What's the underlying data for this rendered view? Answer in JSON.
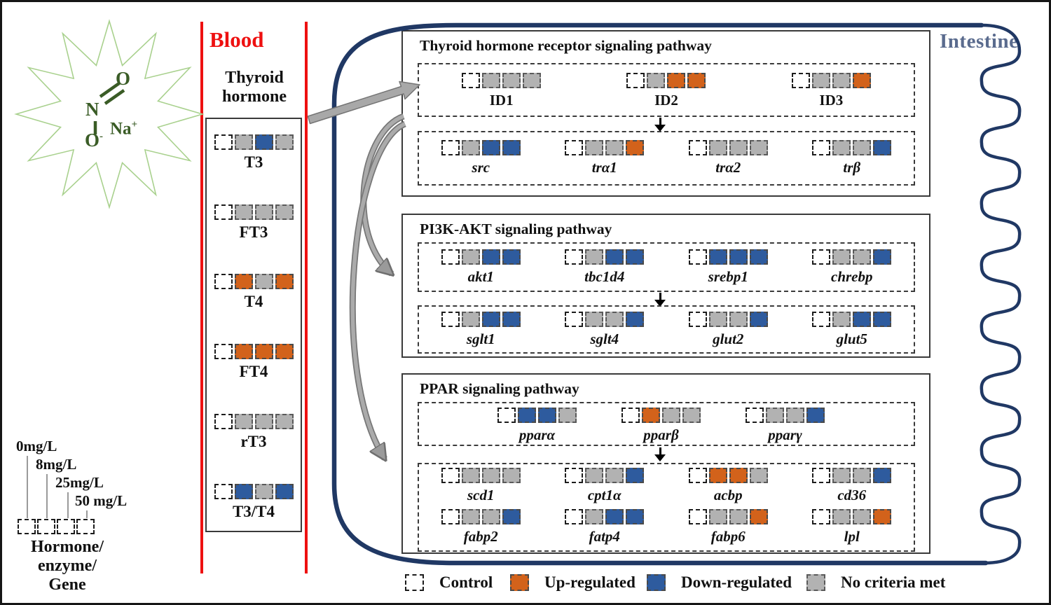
{
  "colors": {
    "up": "#d2621b",
    "down": "#2e5b9e",
    "none": "#b2b2b2",
    "control": "#ffffff",
    "membrane": "#203864",
    "intestine_text": "#5a6b8e",
    "blood_red": "#ee1010",
    "chem_text_green": "#3a5c26",
    "star_green": "#a9d18e"
  },
  "chemical": {
    "o_top": "O",
    "n": "N",
    "o_bottom": "O",
    "o_bottom_charge": "-",
    "na": "Na",
    "na_charge": "+"
  },
  "blood": {
    "title": "Blood",
    "subtitle": [
      "Thyroid",
      "hormone"
    ],
    "hormones": [
      {
        "label": "T3",
        "italic": false,
        "boxes": [
          "control",
          "none",
          "down",
          "none"
        ]
      },
      {
        "label": "FT3",
        "italic": false,
        "boxes": [
          "control",
          "none",
          "none",
          "none"
        ]
      },
      {
        "label": "T4",
        "italic": false,
        "boxes": [
          "control",
          "up",
          "none",
          "up"
        ]
      },
      {
        "label": "FT4",
        "italic": false,
        "boxes": [
          "control",
          "up",
          "up",
          "up"
        ]
      },
      {
        "label": "rT3",
        "italic": false,
        "boxes": [
          "control",
          "none",
          "none",
          "none"
        ]
      },
      {
        "label": "T3/T4",
        "italic": false,
        "boxes": [
          "control",
          "down",
          "none",
          "down"
        ]
      }
    ]
  },
  "intestine": {
    "label": "Intestine",
    "pathways": [
      {
        "title": "Thyroid hormone receptor signaling pathway",
        "upstream": [
          {
            "label": "ID1",
            "italic": false,
            "boxes": [
              "control",
              "none",
              "none",
              "none"
            ]
          },
          {
            "label": "ID2",
            "italic": false,
            "boxes": [
              "control",
              "none",
              "up",
              "up"
            ]
          },
          {
            "label": "ID3",
            "italic": false,
            "boxes": [
              "control",
              "none",
              "none",
              "up"
            ]
          }
        ],
        "downstream": [
          {
            "label": "src",
            "italic": true,
            "boxes": [
              "control",
              "none",
              "down",
              "down"
            ]
          },
          {
            "label": "trα1",
            "italic": true,
            "boxes": [
              "control",
              "none",
              "none",
              "up"
            ]
          },
          {
            "label": "trα2",
            "italic": true,
            "boxes": [
              "control",
              "none",
              "none",
              "none"
            ]
          },
          {
            "label": "trβ",
            "italic": true,
            "boxes": [
              "control",
              "none",
              "none",
              "down"
            ]
          }
        ]
      },
      {
        "title": "PI3K-AKT signaling pathway",
        "upstream": [
          {
            "label": "akt1",
            "italic": true,
            "boxes": [
              "control",
              "none",
              "down",
              "down"
            ]
          },
          {
            "label": "tbc1d4",
            "italic": true,
            "boxes": [
              "control",
              "none",
              "down",
              "down"
            ]
          },
          {
            "label": "srebp1",
            "italic": true,
            "boxes": [
              "control",
              "down",
              "down",
              "down"
            ]
          },
          {
            "label": "chrebp",
            "italic": true,
            "boxes": [
              "control",
              "none",
              "none",
              "down"
            ]
          }
        ],
        "downstream": [
          {
            "label": "sglt1",
            "italic": true,
            "boxes": [
              "control",
              "none",
              "down",
              "down"
            ]
          },
          {
            "label": "sglt4",
            "italic": true,
            "boxes": [
              "control",
              "none",
              "none",
              "down"
            ]
          },
          {
            "label": "glut2",
            "italic": true,
            "boxes": [
              "control",
              "none",
              "none",
              "down"
            ]
          },
          {
            "label": "glut5",
            "italic": true,
            "boxes": [
              "control",
              "none",
              "down",
              "down"
            ]
          }
        ]
      },
      {
        "title": "PPAR signaling pathway",
        "upstream": [
          {
            "label": "pparα",
            "italic": true,
            "boxes": [
              "control",
              "down",
              "down",
              "none"
            ]
          },
          {
            "label": "pparβ",
            "italic": true,
            "boxes": [
              "control",
              "up",
              "none",
              "none"
            ]
          },
          {
            "label": "pparγ",
            "italic": true,
            "boxes": [
              "control",
              "none",
              "none",
              "down"
            ]
          }
        ],
        "downstream": [
          {
            "label": "scd1",
            "italic": true,
            "boxes": [
              "control",
              "none",
              "none",
              "none"
            ]
          },
          {
            "label": "cpt1α",
            "italic": true,
            "boxes": [
              "control",
              "none",
              "none",
              "down"
            ]
          },
          {
            "label": "acbp",
            "italic": true,
            "boxes": [
              "control",
              "up",
              "up",
              "none"
            ]
          },
          {
            "label": "cd36",
            "italic": true,
            "boxes": [
              "control",
              "none",
              "none",
              "down"
            ]
          }
        ],
        "downstream2": [
          {
            "label": "fabp2",
            "italic": true,
            "boxes": [
              "control",
              "none",
              "none",
              "down"
            ]
          },
          {
            "label": "fatp4",
            "italic": true,
            "boxes": [
              "control",
              "none",
              "down",
              "down"
            ]
          },
          {
            "label": "fabp6",
            "italic": true,
            "boxes": [
              "control",
              "none",
              "none",
              "up"
            ]
          },
          {
            "label": "lpl",
            "italic": true,
            "boxes": [
              "control",
              "none",
              "none",
              "up"
            ]
          }
        ]
      }
    ]
  },
  "legend": {
    "items": [
      {
        "label": "Control",
        "type": "control"
      },
      {
        "label": "Up-regulated",
        "type": "up"
      },
      {
        "label": "Down-regulated",
        "type": "down"
      },
      {
        "label": "No criteria met",
        "type": "none"
      }
    ]
  },
  "dose_legend": {
    "doses": [
      "0mg/L",
      "8mg/L",
      "25mg/L",
      "50 mg/L"
    ],
    "boxes": [
      "control",
      "control",
      "control",
      "control"
    ],
    "caption": [
      "Hormone/",
      "enzyme/",
      "Gene"
    ]
  }
}
